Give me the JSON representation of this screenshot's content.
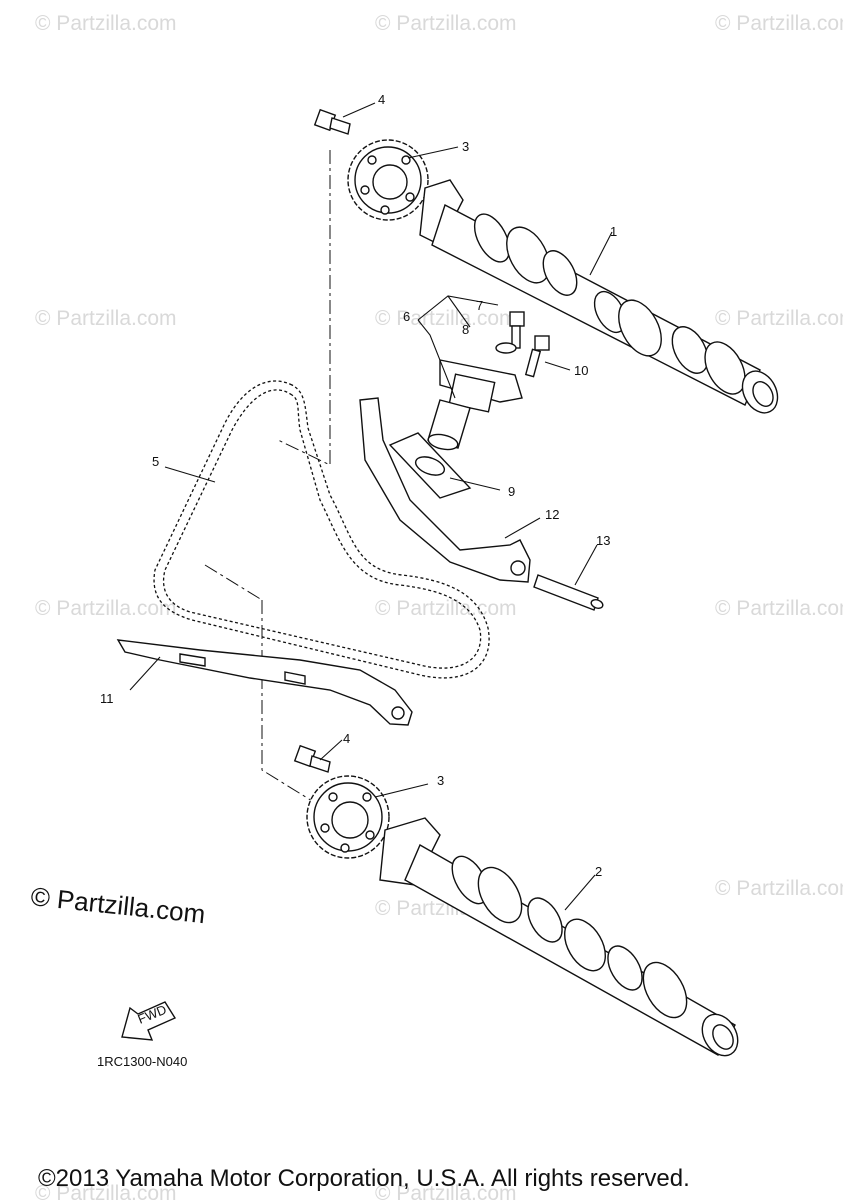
{
  "watermark_text": "© Partzilla.com",
  "watermark_large": "© Partzilla.com",
  "diagram_code": "1RC1300-N040",
  "fwd_label": "FWD",
  "copyright": "©2013 Yamaha Motor Corporation, U.S.A. All rights reserved.",
  "callouts": {
    "intake_camshaft": "1",
    "exhaust_camshaft": "2",
    "sprocket_top": "3",
    "sprocket_bottom": "3",
    "bolt_top": "4",
    "bolt_bottom": "4",
    "cam_chain": "5",
    "tensioner_assy": "6",
    "tensioner_bolt": "7",
    "washer": "8",
    "gasket": "9",
    "bolt_10": "10",
    "chain_guide_exhaust": "11",
    "chain_guide_intake": "12",
    "pin": "13"
  }
}
